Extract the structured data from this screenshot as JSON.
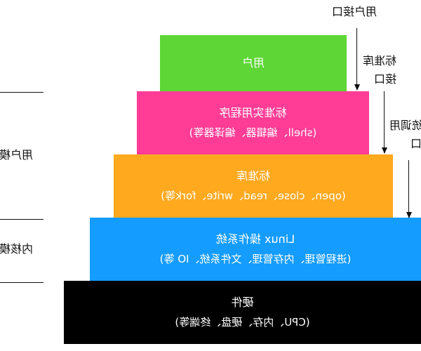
{
  "layers": [
    {
      "title": "用户",
      "subtitle": "",
      "color": "#5ed636"
    },
    {
      "title": "标准实用程序",
      "subtitle": "(shell、编辑器、编译器等)",
      "color": "#ff3d96"
    },
    {
      "title": "标准库",
      "subtitle": "(open、close、read、write、fork等)",
      "color": "#ffa91f"
    },
    {
      "title": "Linux 操作系统",
      "subtitle": "(进程管理、内存管理、文件系统、IO 等)",
      "color": "#159cff"
    },
    {
      "title": "硬件",
      "subtitle": "(CPU、内存、硬盘、终端等)",
      "color": "#000000"
    }
  ],
  "modes": {
    "user": "用户模式",
    "kernel": "内核模式"
  },
  "interfaces": {
    "user": "用户接口",
    "stdlib_line1": "标准库",
    "stdlib_line2": "接口",
    "syscall_line1": "系统调用",
    "syscall_line2": "接口"
  }
}
